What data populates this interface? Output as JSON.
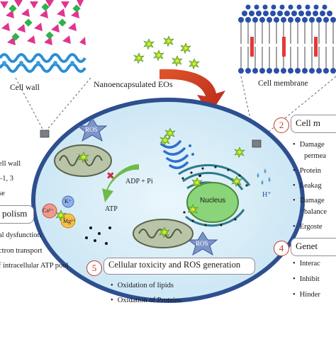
{
  "labels": {
    "cell_wall": "Cell wall",
    "nano_eos": "Nanoencapsulated EOs",
    "cell_membrane": "Cell membrane",
    "ros_top": "ROS",
    "ros_bottom": "ROS",
    "adp_pi": "ADP + Pi",
    "atp": "ATP",
    "nucleus": "Nucleus",
    "h_plus": "H⁺",
    "k_plus": "K⁺",
    "ca": "Ca²⁺",
    "mg": "Mg²⁺"
  },
  "left_panel": {
    "lines": [
      "ell wall",
      "–1, 3",
      "se"
    ],
    "section_title": "polism",
    "items": [
      "al dysfunction",
      "ctron transport",
      "f intracellular ATP pool"
    ]
  },
  "right_panel": {
    "section2_number": "2",
    "section2_title": "Cell m",
    "section2_items": [
      "Damage",
      "permea",
      "Protein",
      "Leakag",
      "Damage",
      "balance",
      "Ergoste"
    ],
    "section4_number": "4",
    "section4_title": "Genet",
    "section4_items": [
      "Interac",
      "Inhibit",
      "Hinder"
    ]
  },
  "bottom_panel": {
    "number": "5",
    "title": "Cellular toxicity and ROS generation",
    "items": [
      "Oxidation of lipids",
      "Oxidation of Proteins"
    ]
  },
  "colors": {
    "cell_fill": "#dbeef8",
    "cell_border": "#2e4f8f",
    "arrow_red": "#c0392b",
    "nucleus_fill": "#8ad47a",
    "membrane_blue": "#2a4fa8",
    "accent_green": "#6dbb4a"
  }
}
